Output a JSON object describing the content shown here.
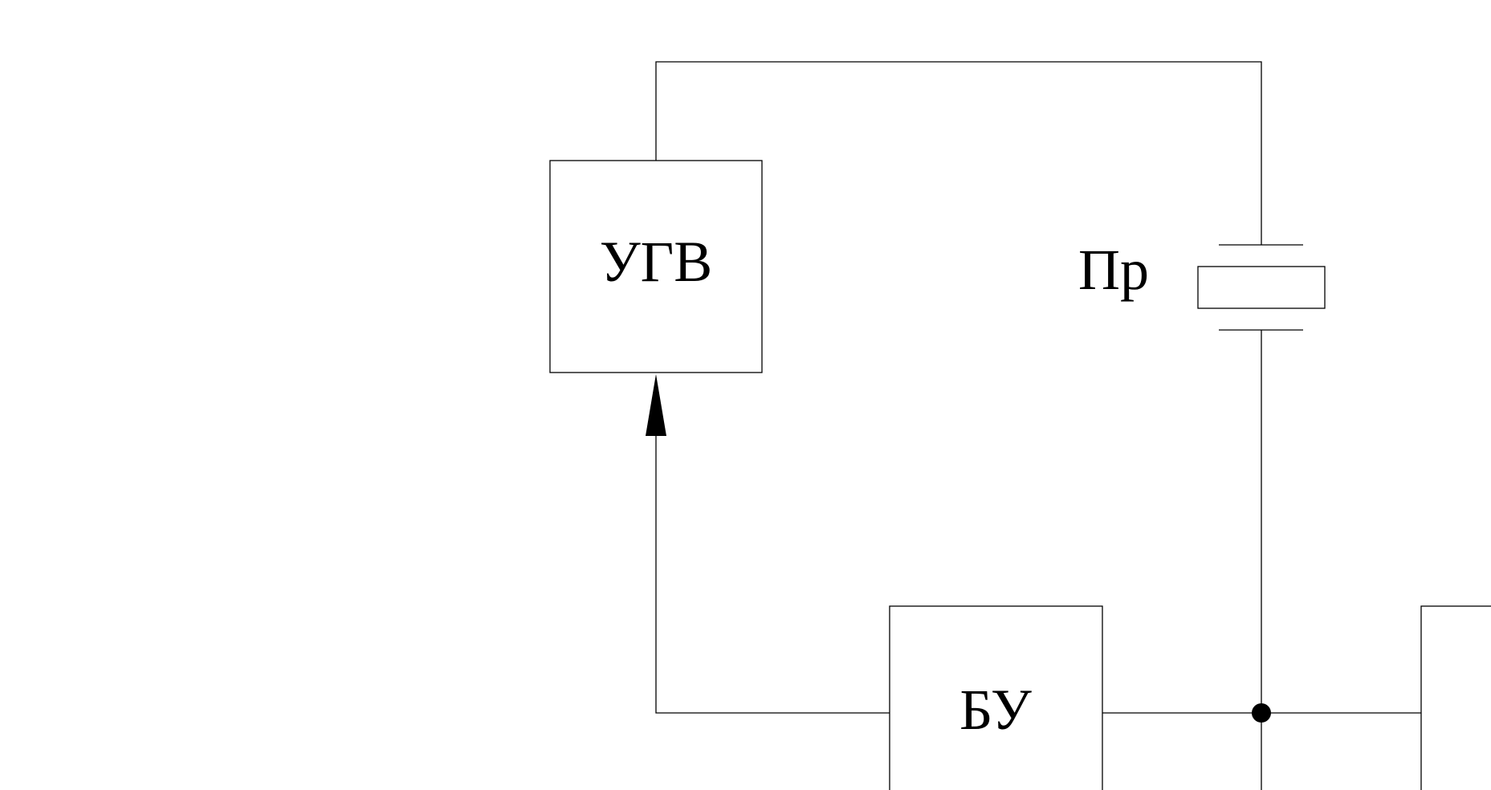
{
  "diagram": {
    "blocks": {
      "ugv": {
        "label": "УГВ"
      },
      "bu": {
        "label": "БУ"
      },
      "right": {
        "label": ""
      }
    },
    "crystal": {
      "label": "Пр"
    }
  }
}
